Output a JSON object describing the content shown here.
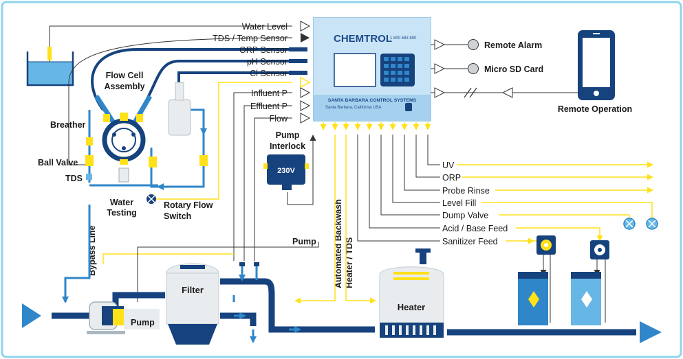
{
  "controller": {
    "brand": "CHEMTROL",
    "phone": "1 800 583 800",
    "company": "SANTA BARBARA CONTROL SYSTEMS",
    "location": "Santa Barbara, California USA"
  },
  "inputs": {
    "water_level": "Water Level",
    "tds_temp": "TDS / Temp Sensor",
    "orp_sensor": "ORP Sensor",
    "ph_sensor": "pH Sensor",
    "cl_sensor": "Cl Sensor",
    "influent": "Influent P",
    "effluent": "Effluent P",
    "flow": "Flow"
  },
  "right": {
    "remote_alarm": "Remote Alarm",
    "micro_sd": "Micro SD Card",
    "remote_operation": "Remote Operation"
  },
  "outputs": {
    "uv": "UV",
    "orp": "ORP",
    "probe_rinse": "Probe Rinse",
    "level_fill": "Level Fill",
    "dump_valve": "Dump Valve",
    "acid_base": "Acid / Base Feed",
    "sanitizer": "Sanitizer Feed"
  },
  "labels": {
    "flow_cell": "Flow Cell",
    "assembly": "Assembly",
    "breather": "Breather",
    "ball_valve": "Ball Valve",
    "tds": "TDS",
    "water": "Water",
    "testing": "Testing",
    "rotary": "Rotary Flow",
    "switch": "Switch",
    "pump_interlock_1": "Pump",
    "pump_interlock_2": "Interlock",
    "voltage": "230V",
    "pump_signal": "Pump",
    "automated_backwash": "Automated Backwash",
    "heater_tds": "Heater / TDS",
    "bypass_line": "Bypass Line",
    "filter": "Filter",
    "heater": "Heater",
    "pump": "Pump"
  },
  "colors": {
    "navy": "#16427e",
    "mid_blue": "#2f86c9",
    "light_blue": "#67b7e6",
    "yellow": "#ffe11a",
    "frame": "#8fd4ef"
  }
}
